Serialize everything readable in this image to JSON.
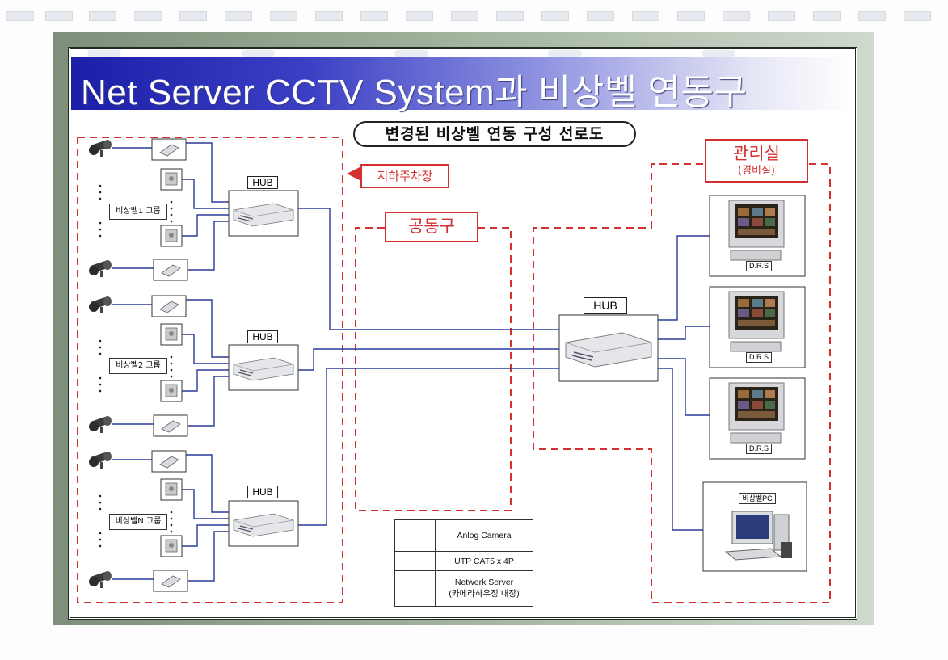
{
  "title": "Net Server CCTV System과 비상벨 연동구",
  "subtitle": "변경된 비상벨 연동 구성 선로도",
  "zones": {
    "parking": "지하주차장",
    "common": "공동구",
    "control_room": "관리실",
    "control_room_sub": "(경비실)"
  },
  "groups": [
    "비상벨1 그룹",
    "비상벨2 그룹",
    "비상벨N 그룹"
  ],
  "hub_label": "HUB",
  "drs_label": "D.R.S",
  "pc_label": "비상벨PC",
  "legend": {
    "camera": "Anlog Camera",
    "cable": "UTP CAT5 x 4P",
    "server_line1": "Network Server",
    "server_line2": "(카메라하우징 내장)"
  },
  "colors": {
    "cable": "#2a3a9a",
    "zone": "#d43030",
    "title_bar": "#1b1fa8"
  }
}
